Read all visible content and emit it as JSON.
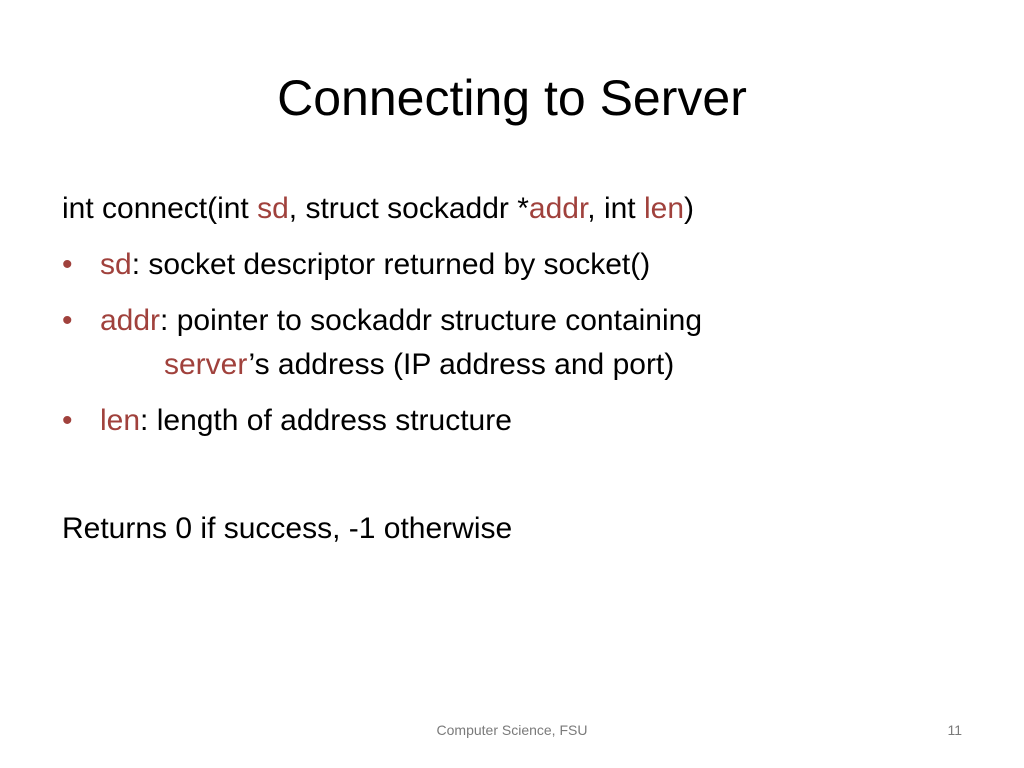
{
  "slide": {
    "title": "Connecting to Server",
    "signature": {
      "p1": "int  connect(int ",
      "arg1": "sd",
      "p2": ", struct sockaddr *",
      "arg2": "addr",
      "p3": ", int ",
      "arg3": "len",
      "p4": ")"
    },
    "bullets": [
      {
        "term": "sd",
        "text": ": socket descriptor returned by socket()"
      },
      {
        "term": "addr",
        "text": ": pointer to sockaddr structure containing",
        "cont_term": "server",
        "cont_text": "’s address (IP address and port)"
      },
      {
        "term": "len",
        "text": ": length of address structure"
      }
    ],
    "bullet_glyph": "•",
    "returns": "Returns 0 if success, -1 otherwise",
    "footer": "Computer Science, FSU",
    "page_number": "11"
  },
  "colors": {
    "accent": "#a0413c",
    "text": "#000000",
    "footer": "#7a7a7a"
  }
}
